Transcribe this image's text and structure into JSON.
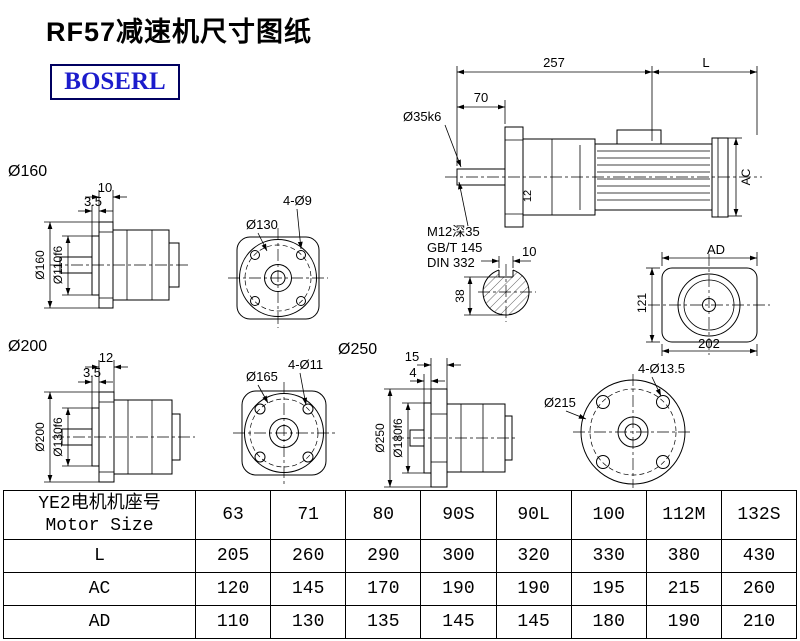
{
  "page": {
    "title": "RF57减速机尺寸图纸",
    "logo": "BOSERL"
  },
  "drawings": {
    "flange160": {
      "label": "Ø160",
      "dim1": "10",
      "dim2": "3.5",
      "outer": "Ø160",
      "spigot": "Ø110f6"
    },
    "flange130": {
      "dia": "Ø130",
      "holes": "4-Ø9"
    },
    "assembly": {
      "d257": "257",
      "dL": "L",
      "d70": "70",
      "shaft": "Ø35k6",
      "dAC": "AC",
      "d12": "12",
      "note1": "M12深35",
      "note2": "GB/T 145",
      "note3": "DIN 332"
    },
    "keyway": {
      "width": "10",
      "height": "38"
    },
    "motor_rear": {
      "dAD": "AD",
      "d121": "121",
      "d202": "202"
    },
    "flange200": {
      "label": "Ø200",
      "dim1": "12",
      "dim2": "3.5",
      "outer": "Ø200",
      "spigot": "Ø130f6"
    },
    "flange165": {
      "label": "Ø250",
      "dia": "Ø165",
      "holes": "4-Ø11"
    },
    "flange250": {
      "dim1": "15",
      "dim2": "4",
      "outer": "Ø250",
      "spigot": "Ø180f6"
    },
    "flange215": {
      "dia": "Ø215",
      "holes": "4-Ø13.5"
    }
  },
  "table": {
    "header": {
      "label_cn": "YE2电机机座号",
      "label_en": "Motor Size",
      "sizes": [
        "63",
        "71",
        "80",
        "90S",
        "90L",
        "100",
        "112M",
        "132S"
      ]
    },
    "rows": [
      {
        "label": "L",
        "values": [
          "205",
          "260",
          "290",
          "300",
          "320",
          "330",
          "380",
          "430"
        ]
      },
      {
        "label": "AC",
        "values": [
          "120",
          "145",
          "170",
          "190",
          "190",
          "195",
          "215",
          "260"
        ]
      },
      {
        "label": "AD",
        "values": [
          "110",
          "130",
          "135",
          "145",
          "145",
          "180",
          "190",
          "210"
        ]
      }
    ]
  }
}
